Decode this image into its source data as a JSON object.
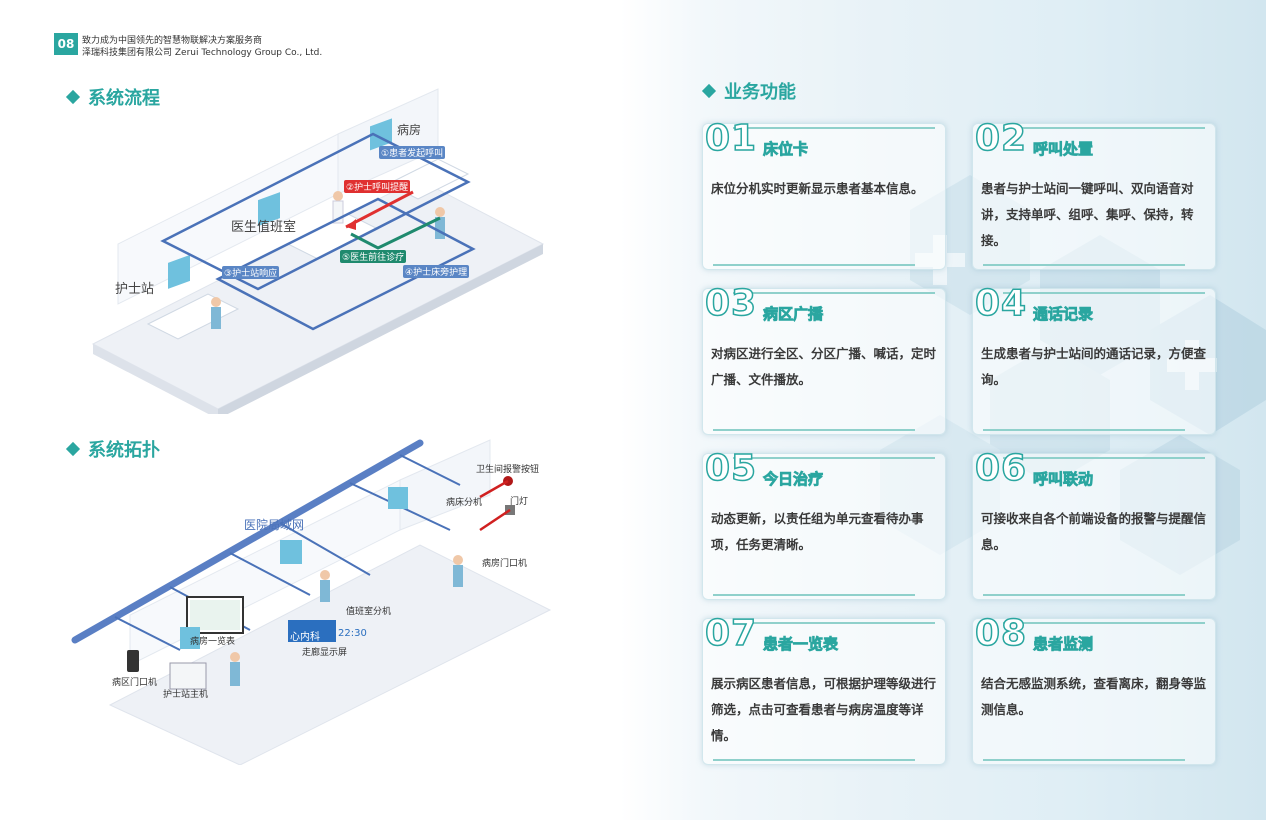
{
  "header": {
    "page_number": "08",
    "line1": "致力成为中国领先的智慧物联解决方案服务商",
    "line2": "泽瑞科技集团有限公司 Zerui Technology Group Co., Ltd."
  },
  "sections": {
    "flow_title": "系统流程",
    "topology_title": "系统拓扑",
    "business_title": "业务功能"
  },
  "flow_diagram": {
    "ward": "病房",
    "doctor_room": "医生值班室",
    "nurse_station": "护士站",
    "step1": "①患者发起呼叫",
    "step2": "②护士呼叫提醒",
    "step3": "③护士站响应",
    "step4": "④护士床旁护理",
    "step5": "⑤医生前往诊疗"
  },
  "topology_diagram": {
    "network": "医院局域网",
    "bathroom_button": "卫生间报警按钮",
    "door_light": "门灯",
    "bed_terminal": "病床分机",
    "room_door": "病房门口机",
    "duty_terminal": "值班室分机",
    "ward_list": "病房一览表",
    "corridor_screen": "走廊显示屏",
    "screen_dept": "心内科",
    "screen_time": "22:30",
    "ward_door": "病区门口机",
    "nurse_host": "护士站主机"
  },
  "cards": [
    {
      "num": "01",
      "title": "床位卡",
      "desc": "床位分机实时更新显示患者基本信息。"
    },
    {
      "num": "02",
      "title": "呼叫处置",
      "desc": "患者与护士站间一键呼叫、双向语音对讲，支持单呼、组呼、集呼、保持，转接。"
    },
    {
      "num": "03",
      "title": "病区广播",
      "desc": "对病区进行全区、分区广播、喊话，定时广播、文件播放。"
    },
    {
      "num": "04",
      "title": "通话记录",
      "desc": "生成患者与护士站间的通话记录，方便查询。"
    },
    {
      "num": "05",
      "title": "今日治疗",
      "desc": "动态更新，以责任组为单元查看待办事项，任务更清晰。"
    },
    {
      "num": "06",
      "title": "呼叫联动",
      "desc": "可接收来自各个前端设备的报警与提醒信息。"
    },
    {
      "num": "07",
      "title": "患者一览表",
      "desc": "展示病区患者信息，可根据护理等级进行筛选，点击可查看患者与病房温度等详情。"
    },
    {
      "num": "08",
      "title": "患者监测",
      "desc": "结合无感监测系统，查看离床，翻身等监测信息。"
    }
  ],
  "colors": {
    "accent": "#2aa6a0",
    "route_blue": "#4a72b8",
    "alarm_red": "#e03030",
    "route_green": "#1f8a6e"
  }
}
